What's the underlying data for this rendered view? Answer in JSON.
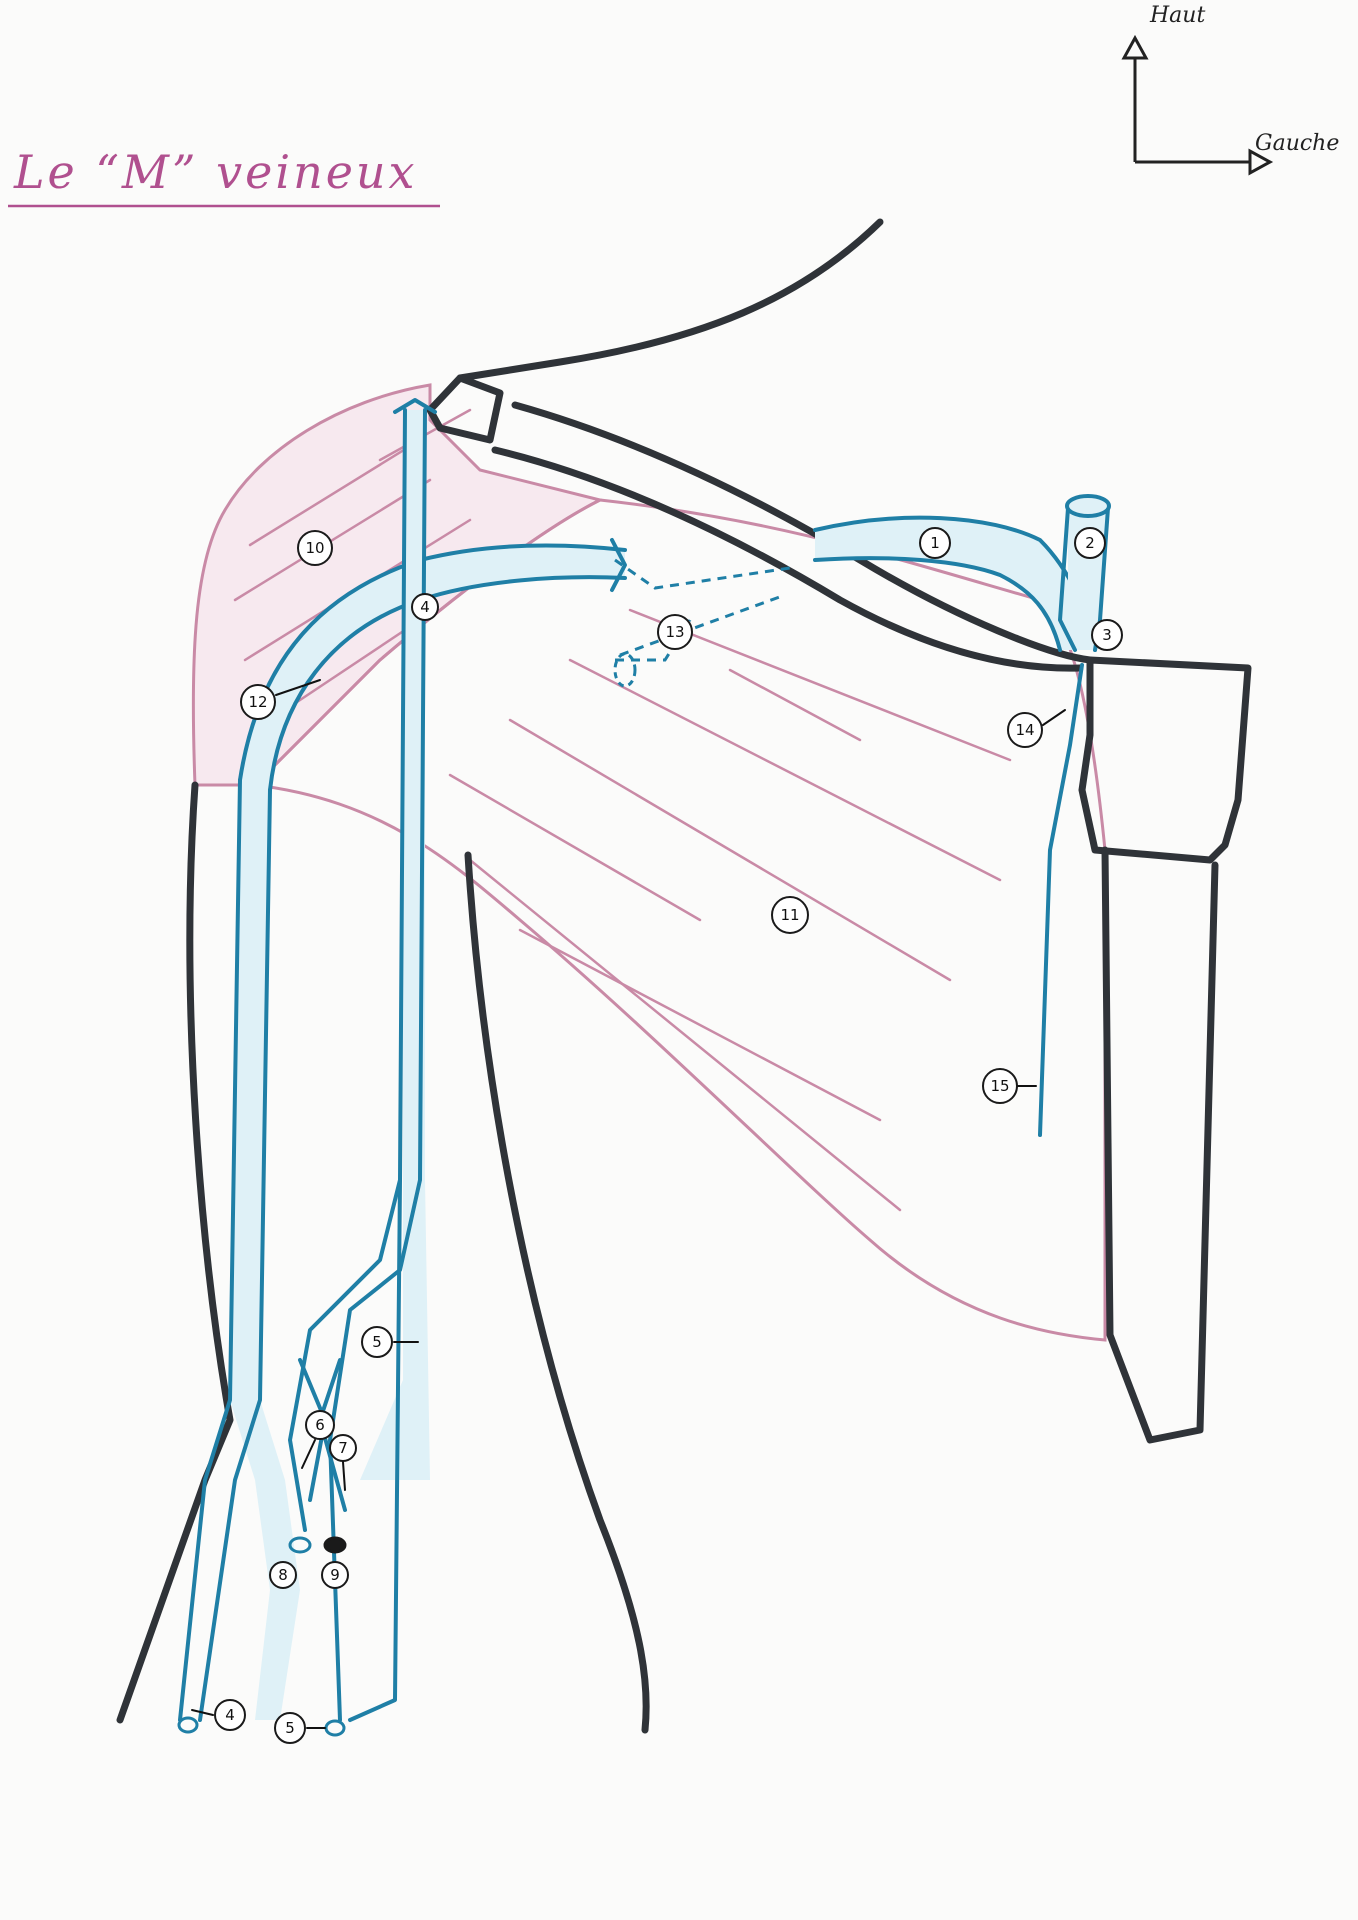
{
  "title": "Le “M” veineux",
  "axes": {
    "up_label": "Haut",
    "left_label": "Gauche"
  },
  "labels": {
    "n1": "1",
    "n2": "2",
    "n3": "3",
    "n4a": "4",
    "n4b": "4",
    "n5a": "5",
    "n5b": "5",
    "n6": "6",
    "n7": "7",
    "n8": "8",
    "n9": "9",
    "n10": "10",
    "n11": "11",
    "n12": "12",
    "n13": "13",
    "n14": "14",
    "n15": "15"
  },
  "colors": {
    "outline": "#2f3338",
    "vein": "#1f7fa6",
    "muscle": "#c98aa6",
    "title": "#b0508f"
  }
}
